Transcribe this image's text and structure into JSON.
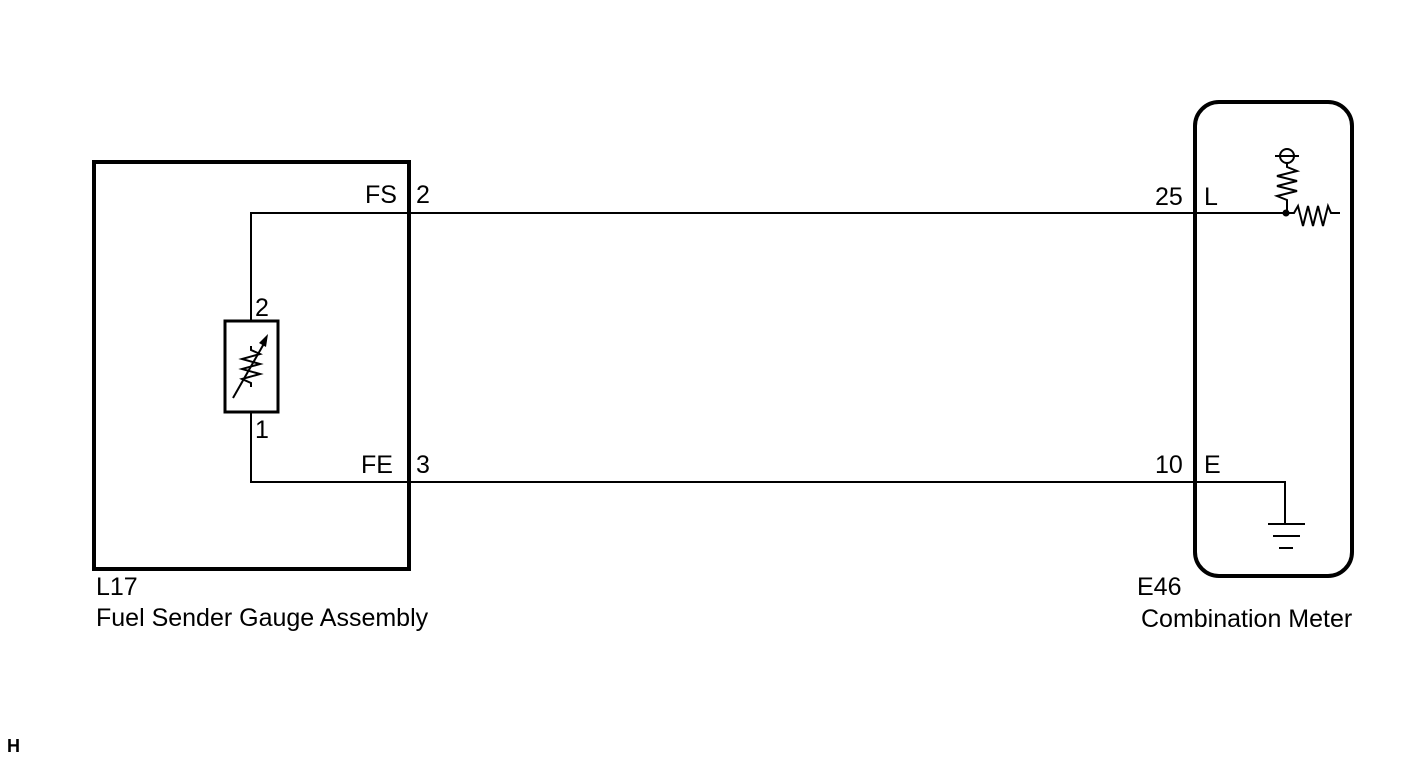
{
  "left_component": {
    "code": "L17",
    "name": "Fuel Sender Gauge Assembly",
    "pin_top": {
      "signal": "FS",
      "number": "2"
    },
    "pin_bottom": {
      "signal": "FE",
      "number": "3"
    },
    "sender_pin_top": "2",
    "sender_pin_bottom": "1"
  },
  "right_component": {
    "code": "E46",
    "name": "Combination Meter",
    "pin_top": {
      "number": "25",
      "signal": "L"
    },
    "pin_bottom": {
      "number": "10",
      "signal": "E"
    }
  },
  "corner_mark": "H"
}
